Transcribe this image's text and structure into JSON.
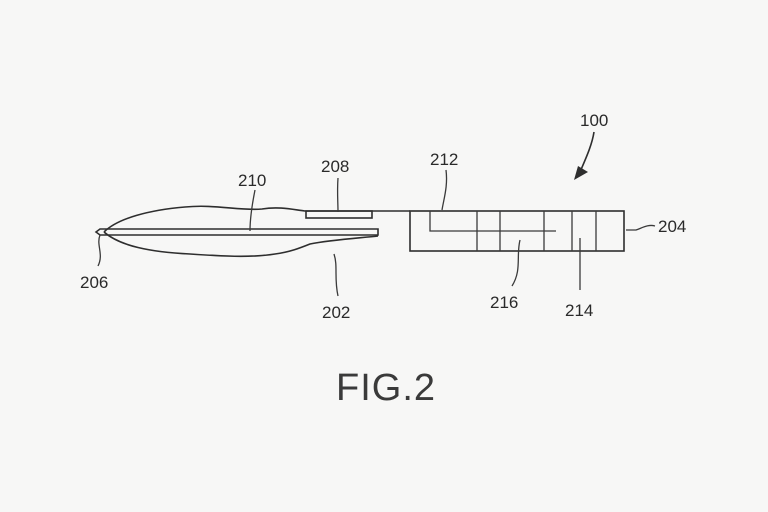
{
  "figure": {
    "caption": "FIG.2"
  },
  "labels": {
    "device": "100",
    "body": "202",
    "end_cap": "204",
    "tip": "206",
    "sensor": "208",
    "shaft": "210",
    "electronics": "212",
    "module": "214",
    "circuit": "216"
  },
  "colors": {
    "line": "#2e2e2e",
    "background": "#f7f7f6"
  }
}
